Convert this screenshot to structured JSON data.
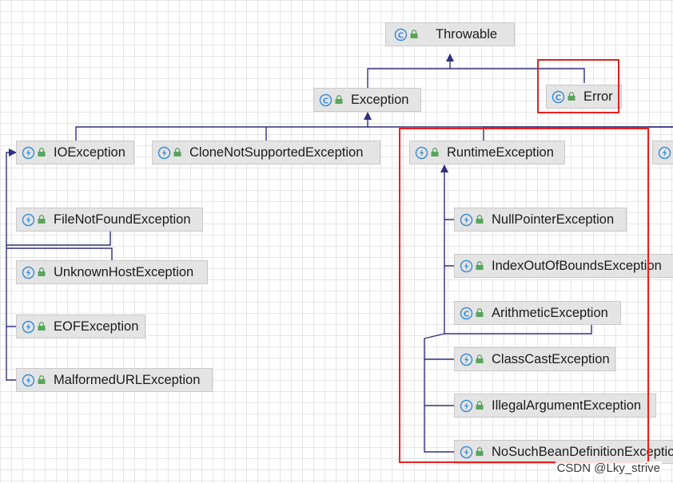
{
  "classes": [
    {
      "label": "Throwable",
      "kind": "class"
    },
    {
      "label": "Exception",
      "kind": "class"
    },
    {
      "label": "Error",
      "kind": "class"
    },
    {
      "label": "IOException",
      "kind": "exception"
    },
    {
      "label": "CloneNotSupportedException",
      "kind": "exception"
    },
    {
      "label": "RuntimeException",
      "kind": "exception"
    },
    {
      "label": "FileNotFoundException",
      "kind": "exception"
    },
    {
      "label": "UnknownHostException",
      "kind": "exception"
    },
    {
      "label": "EOFException",
      "kind": "exception"
    },
    {
      "label": "MalformedURLException",
      "kind": "exception"
    },
    {
      "label": "NullPointerException",
      "kind": "exception"
    },
    {
      "label": "IndexOutOfBoundsException",
      "kind": "exception"
    },
    {
      "label": "ArithmeticException",
      "kind": "class"
    },
    {
      "label": "ClassCastException",
      "kind": "exception"
    },
    {
      "label": "IllegalArgumentException",
      "kind": "exception"
    },
    {
      "label": "NoSuchBeanDefinitionException",
      "kind": "exception"
    },
    {
      "label": "",
      "kind": "exception"
    }
  ],
  "relations": [
    [
      "Exception",
      "Throwable"
    ],
    [
      "Error",
      "Throwable"
    ],
    [
      "IOException",
      "Exception"
    ],
    [
      "CloneNotSupportedException",
      "Exception"
    ],
    [
      "RuntimeException",
      "Exception"
    ],
    [
      "FileNotFoundException",
      "IOException"
    ],
    [
      "UnknownHostException",
      "IOException"
    ],
    [
      "EOFException",
      "IOException"
    ],
    [
      "MalformedURLException",
      "IOException"
    ],
    [
      "NullPointerException",
      "RuntimeException"
    ],
    [
      "IndexOutOfBoundsException",
      "RuntimeException"
    ],
    [
      "ArithmeticException",
      "RuntimeException"
    ],
    [
      "ClassCastException",
      "RuntimeException"
    ],
    [
      "IllegalArgumentException",
      "RuntimeException"
    ],
    [
      "NoSuchBeanDefinitionException",
      "RuntimeException"
    ]
  ],
  "highlights": [
    "Error",
    "RuntimeException subtree"
  ],
  "colors": {
    "edge": "#30307e",
    "highlight": "#e8211d",
    "node_bg": "#e4e4e4",
    "icon_blue": "#3d8fd6",
    "icon_green": "#58a55c"
  },
  "watermark": "CSDN @Lky_strive"
}
